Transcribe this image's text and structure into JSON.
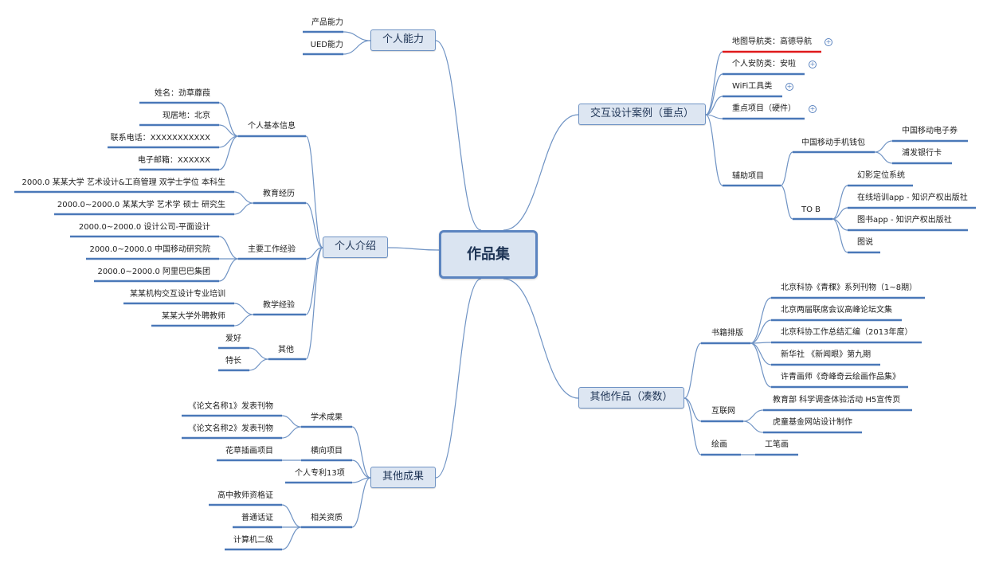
{
  "center": "作品集",
  "left": {
    "ability": {
      "title": "个人能力",
      "items": [
        "产品能力",
        "UED能力"
      ]
    },
    "intro": {
      "title": "个人介绍",
      "groups": [
        {
          "label": "个人基本信息",
          "items": [
            "姓名：劲草蘼葭",
            "现居地：北京",
            "联系电话：XXXXXXXXXXX",
            "电子邮箱：XXXXXX"
          ]
        },
        {
          "label": "教育经历",
          "items": [
            "2000.0 某某大学  艺术设计&工商管理 双学士学位 本科生",
            "2000.0~2000.0  某某大学 艺术学 硕士 研究生"
          ]
        },
        {
          "label": "主要工作经验",
          "items": [
            "2000.0~2000.0    设计公司-平面设计",
            "2000.0~2000.0  中国移动研究院",
            "2000.0~2000.0 阿里巴巴集团"
          ]
        },
        {
          "label": "教学经验",
          "items": [
            "某某机构交互设计专业培训",
            "某某大学外聘教师"
          ]
        },
        {
          "label": "其他",
          "items": [
            "爱好",
            "特长"
          ]
        }
      ]
    },
    "achievements": {
      "title": "其他成果",
      "groups": [
        {
          "label": "学术成果",
          "items": [
            "《论文名称1》发表刊物",
            "《论文名称2》发表刊物"
          ]
        },
        {
          "label": "横向项目",
          "items": [
            "花草插画项目"
          ]
        },
        {
          "label": "个人专利13项",
          "items": []
        },
        {
          "label": "相关资质",
          "items": [
            "高中教师资格证",
            "普通话证",
            "计算机二级"
          ]
        }
      ]
    }
  },
  "right": {
    "cases": {
      "title": "交互设计案例（重点）",
      "items": [
        "地图导航类：高德导航",
        "个人安防类：安啦",
        "WiFi工具类",
        "重点项目（硬件）"
      ],
      "aux": {
        "label": "辅助项目",
        "wallet": {
          "label": "中国移动手机钱包",
          "items": [
            "中国移动电子券",
            "浦发银行卡"
          ]
        },
        "tob": {
          "label": "TO B",
          "items": [
            "幻影定位系统",
            "在线培训app - 知识产权出版社",
            "图书app - 知识产权出版社",
            "图说"
          ]
        }
      }
    },
    "other_works": {
      "title": "其他作品（凑数）",
      "books": {
        "label": "书籍排版",
        "items": [
          "北京科协《青稞》系列刊物（1~8期）",
          "北京两届联席会议高峰论坛文集",
          "北京科协工作总结汇编（2013年度）",
          "新华社 《新闻眼》第九期",
          "许青画师《奇峰奇云绘画作品集》"
        ]
      },
      "web": {
        "label": "互联网",
        "items": [
          "教育部  科学调查体验活动 H5宣传页",
          "虎童基金网站设计制作"
        ]
      },
      "paint": {
        "label": "绘画",
        "items": [
          "工笔画"
        ]
      }
    }
  },
  "colors": {
    "line": "#6f93c4",
    "underline": "#4a78b8",
    "highlight": "#e0191b",
    "node_fill": "#dde6f2"
  },
  "icons": {
    "expand": "plus-circle-icon"
  }
}
